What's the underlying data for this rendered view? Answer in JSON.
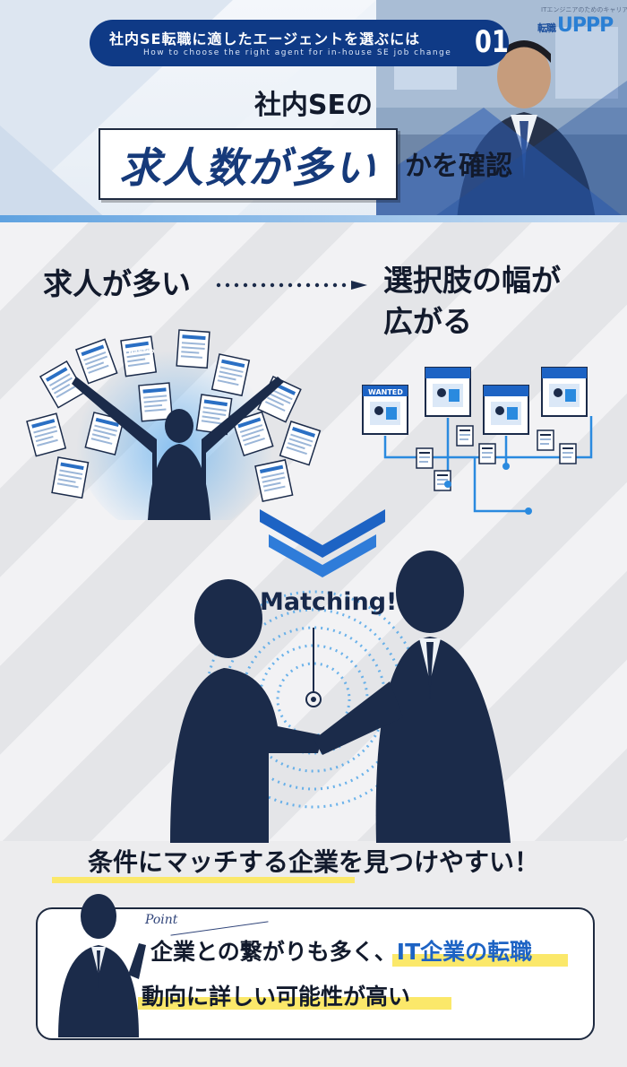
{
  "header": {
    "pill_title": "社内SE転職に適したエージェントを選ぶには",
    "pill_subtitle": "How to choose the right agent for in-house SE job change",
    "pill_number": "01",
    "logo_tagline": "ITエンジニアのためのキャリアメディア",
    "logo_prefix": "転職",
    "logo_name": "UPPP",
    "title_line1": "社内SEの",
    "title_emphasis": "求人数が多い",
    "title_line2": "かを確認"
  },
  "flow": {
    "left_text": "求人が多い",
    "right_text_line1": "選択肢の幅が",
    "right_text_line2": "広がる",
    "doc_label": "WANTED",
    "matching_label": "Matching!"
  },
  "conclusion": "条件にマッチする企業を見つけやすい！",
  "point": {
    "label": "Point",
    "line1_a": "企業との繋がりも多く、",
    "line1_b": "IT企業の転職",
    "line2": "動向に詳しい可能性が高い"
  },
  "colors": {
    "navy": "#0f3a86",
    "accent_blue": "#1d63c4",
    "highlight_yellow": "#fbe86a",
    "silhouette": "#1b2b4a"
  }
}
